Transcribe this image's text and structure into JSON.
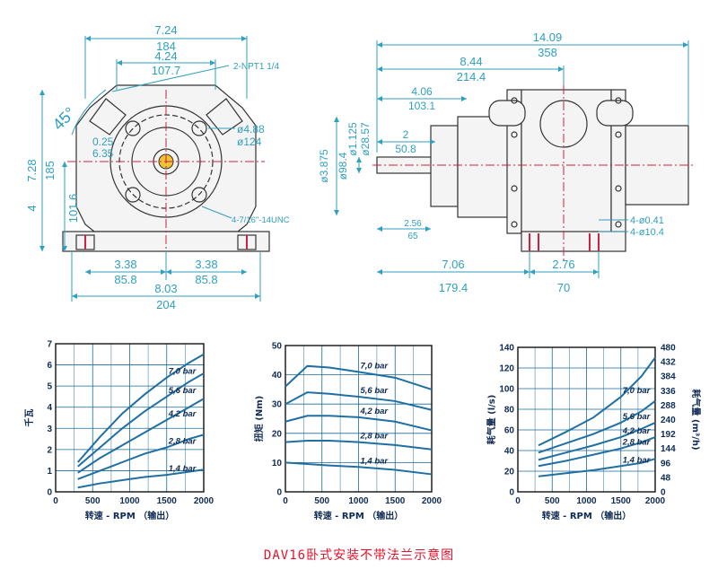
{
  "caption": "DAV16卧式安装不带法兰示意图",
  "front_view": {
    "dims": {
      "w_total_in": "7.24",
      "w_total_mm": "184",
      "w_mid_in": "4.24",
      "w_mid_mm": "107.7",
      "npt": "2-NPT1 1/4",
      "angle": "45°",
      "bolt_circle_in": "ø4.88",
      "bolt_circle_mm": "ø124",
      "r_in": "0.25",
      "r_mm": "6.35",
      "h_total_in": "7.28",
      "h_total_mm": "185",
      "h_center_in": "4",
      "h_center_mm": "101.6",
      "holes": "4-7/16\"-14UNC",
      "half_a_in": "3.38",
      "half_a_mm": "85.8",
      "half_b_in": "3.38",
      "half_b_mm": "85.8",
      "base_in": "8.03",
      "base_mm": "204"
    }
  },
  "side_view": {
    "dims": {
      "len_total_in": "14.09",
      "len_total_mm": "358",
      "len_body_in": "8.44",
      "len_body_mm": "214.4",
      "len_hub_in": "4.06",
      "len_hub_mm": "103.1",
      "shaft_in": "2",
      "shaft_mm": "50.8",
      "d1_in": "ø3.875",
      "d1_mm": "ø98.4",
      "d2_in": "ø1.125",
      "d2_mm": "ø28.57",
      "key_in": "2.56",
      "key_mm": "65",
      "slot_in": "4-ø0.41",
      "slot_mm": "4-ø10.4",
      "foot_in": "7.06",
      "foot_mm": "179.4",
      "foot_w_in": "2.76",
      "foot_w_mm": "70"
    }
  },
  "chart_data": [
    {
      "type": "line",
      "ylabel": "千瓦",
      "xlabel": "转速 - RPM （输出）",
      "xlim": [
        0,
        2000
      ],
      "ylim": [
        0,
        7
      ],
      "x_ticks": [
        "0",
        "500",
        "1000",
        "1500",
        "2000"
      ],
      "y_ticks": [
        "0",
        "1",
        "2",
        "3",
        "4",
        "5",
        "6",
        "7"
      ],
      "grid": true,
      "series": [
        {
          "name": "7,0 bar",
          "x": [
            300,
            600,
            900,
            1200,
            1500,
            1800,
            2000
          ],
          "y": [
            1.4,
            2.6,
            3.7,
            4.6,
            5.4,
            6.1,
            6.5
          ]
        },
        {
          "name": "5,6 bar",
          "x": [
            300,
            600,
            900,
            1200,
            1500,
            1800,
            2000
          ],
          "y": [
            1.2,
            2.1,
            3.0,
            3.8,
            4.5,
            5.2,
            5.6
          ]
        },
        {
          "name": "4,2 bar",
          "x": [
            300,
            600,
            900,
            1200,
            1500,
            1800,
            2000
          ],
          "y": [
            0.9,
            1.6,
            2.2,
            2.8,
            3.4,
            4.0,
            4.4
          ]
        },
        {
          "name": "2,8 bar",
          "x": [
            300,
            600,
            900,
            1200,
            1500,
            1800,
            2000
          ],
          "y": [
            0.6,
            1.0,
            1.4,
            1.8,
            2.1,
            2.5,
            2.7
          ]
        },
        {
          "name": "1,4 bar",
          "x": [
            300,
            600,
            900,
            1200,
            1500,
            1800,
            2000
          ],
          "y": [
            0.2,
            0.4,
            0.55,
            0.7,
            0.8,
            0.95,
            1.05
          ]
        }
      ]
    },
    {
      "type": "line",
      "ylabel": "扭矩 (Nm)",
      "xlabel": "转速 - RPM （输出）",
      "xlim": [
        0,
        2000
      ],
      "ylim": [
        0,
        50
      ],
      "x_ticks": [
        "0",
        "500",
        "1000",
        "1500",
        "2000"
      ],
      "y_ticks": [
        "0",
        "10",
        "20",
        "30",
        "40",
        "50"
      ],
      "grid": true,
      "series": [
        {
          "name": "7,0 bar",
          "x": [
            0,
            300,
            600,
            1000,
            1500,
            2000
          ],
          "y": [
            36,
            43,
            42.5,
            41,
            39,
            35
          ]
        },
        {
          "name": "5,6 bar",
          "x": [
            0,
            300,
            600,
            1000,
            1500,
            2000
          ],
          "y": [
            30,
            34,
            33.5,
            32.5,
            31,
            28
          ]
        },
        {
          "name": "4,2 bar",
          "x": [
            0,
            300,
            600,
            1000,
            1500,
            2000
          ],
          "y": [
            24,
            26,
            26,
            25.5,
            24,
            21
          ]
        },
        {
          "name": "2,8 bar",
          "x": [
            0,
            300,
            600,
            1000,
            1500,
            2000
          ],
          "y": [
            17,
            17.5,
            17.5,
            17,
            16,
            14.5
          ]
        },
        {
          "name": "1,4 bar",
          "x": [
            0,
            300,
            600,
            1000,
            1500,
            2000
          ],
          "y": [
            10,
            9.5,
            9,
            8.5,
            7.5,
            6
          ]
        }
      ]
    },
    {
      "type": "line",
      "ylabel": "耗气量 (l/s)",
      "ylabel_right": "耗气量 (m³/h)",
      "xlabel": "转速 - RPM （输出）",
      "xlim": [
        0,
        2000
      ],
      "ylim": [
        0,
        140
      ],
      "x_ticks": [
        "0",
        "500",
        "1000",
        "1500",
        "2000"
      ],
      "y_ticks": [
        "0",
        "20",
        "40",
        "60",
        "80",
        "100",
        "120",
        "140"
      ],
      "y_ticks_right": [
        "0",
        "48",
        "96",
        "144",
        "192",
        "240",
        "288",
        "336",
        "384",
        "432",
        "480"
      ],
      "grid": true,
      "series": [
        {
          "name": "7,0 bar",
          "x": [
            300,
            700,
            1100,
            1500,
            1800,
            2000
          ],
          "y": [
            45,
            58,
            72,
            92,
            112,
            130
          ]
        },
        {
          "name": "5,6 bar",
          "x": [
            300,
            700,
            1100,
            1500,
            1800,
            2000
          ],
          "y": [
            38,
            47,
            56,
            67,
            78,
            88
          ]
        },
        {
          "name": "4,2 bar",
          "x": [
            300,
            700,
            1100,
            1500,
            1800,
            2000
          ],
          "y": [
            31,
            38,
            45,
            53,
            61,
            67
          ]
        },
        {
          "name": "2,8 bar",
          "x": [
            300,
            700,
            1100,
            1500,
            1800,
            2000
          ],
          "y": [
            25,
            30,
            36,
            42,
            48,
            53
          ]
        },
        {
          "name": "1,4 bar",
          "x": [
            300,
            700,
            1100,
            1500,
            1800,
            2000
          ],
          "y": [
            15,
            18,
            21,
            25,
            28,
            32
          ]
        }
      ]
    }
  ]
}
